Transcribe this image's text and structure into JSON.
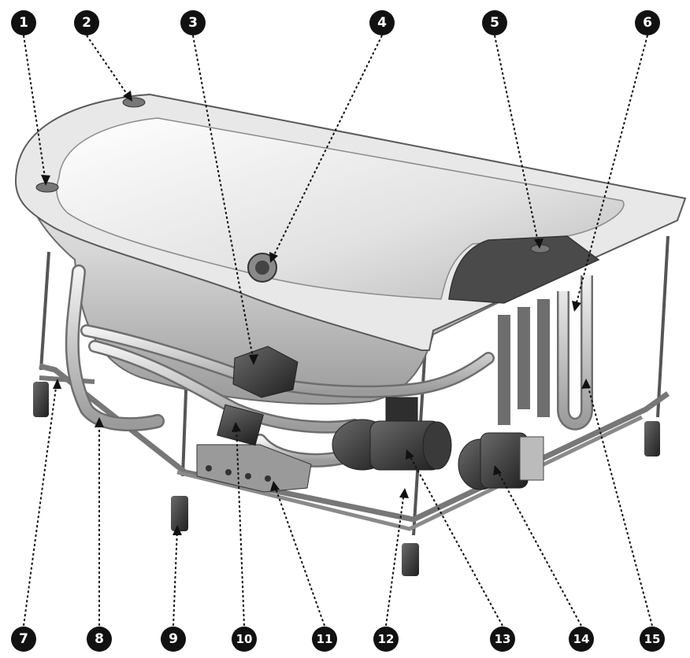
{
  "callouts": [
    {
      "id": "1"
    },
    {
      "id": "2"
    },
    {
      "id": "3"
    },
    {
      "id": "4"
    },
    {
      "id": "5"
    },
    {
      "id": "6"
    },
    {
      "id": "7"
    },
    {
      "id": "8"
    },
    {
      "id": "9"
    },
    {
      "id": "10"
    },
    {
      "id": "11"
    },
    {
      "id": "12"
    },
    {
      "id": "13"
    },
    {
      "id": "14"
    },
    {
      "id": "15"
    }
  ],
  "colors": {
    "badge": "#111111",
    "badge_text": "#ffffff",
    "frame": "#555555",
    "tub": "#d9d9d9"
  }
}
